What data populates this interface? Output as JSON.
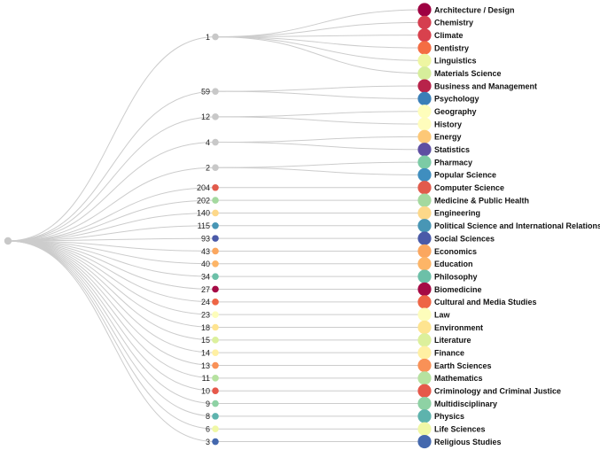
{
  "groups": [
    {
      "count": "1",
      "color": "#c8c8c8",
      "items": [
        {
          "label": "Architecture / Design",
          "color": "#9e0142"
        },
        {
          "label": "Chemistry",
          "color": "#d53e4f"
        },
        {
          "label": "Climate",
          "color": "#d8414d"
        },
        {
          "label": "Dentistry",
          "color": "#f46d43"
        },
        {
          "label": "Linguistics",
          "color": "#eef6a2"
        },
        {
          "label": "Materials Science",
          "color": "#d6ee9b"
        }
      ]
    },
    {
      "count": "59",
      "color": "#c8c8c8",
      "items": [
        {
          "label": "Business and Management",
          "color": "#b8234a"
        },
        {
          "label": "Psychology",
          "color": "#3a7fb8"
        }
      ]
    },
    {
      "count": "12",
      "color": "#c8c8c8",
      "items": [
        {
          "label": "Geography",
          "color": "#fefebb"
        },
        {
          "label": "History",
          "color": "#fffdbc"
        }
      ]
    },
    {
      "count": "4",
      "color": "#c8c8c8",
      "items": [
        {
          "label": "Energy",
          "color": "#fdc877"
        },
        {
          "label": "Statistics",
          "color": "#5e4fa2"
        }
      ]
    },
    {
      "count": "2",
      "color": "#c8c8c8",
      "items": [
        {
          "label": "Pharmacy",
          "color": "#7ccba5"
        },
        {
          "label": "Popular Science",
          "color": "#3f8ebf"
        }
      ]
    },
    {
      "count": "204",
      "color": "#e25b4c",
      "items": [
        {
          "label": "Computer Science",
          "color": "#e25b4c"
        }
      ]
    },
    {
      "count": "202",
      "color": "#a4d99f",
      "items": [
        {
          "label": "Medicine & Public Health",
          "color": "#a4d99f"
        }
      ]
    },
    {
      "count": "140",
      "color": "#fdd889",
      "items": [
        {
          "label": "Engineering",
          "color": "#fdd889"
        }
      ]
    },
    {
      "count": "115",
      "color": "#4896b5",
      "items": [
        {
          "label": "Political Science and International Relations",
          "color": "#4896b5"
        }
      ]
    },
    {
      "count": "93",
      "color": "#4a5aa8",
      "items": [
        {
          "label": "Social Sciences",
          "color": "#4a5aa8"
        }
      ]
    },
    {
      "count": "43",
      "color": "#fba75f",
      "items": [
        {
          "label": "Economics",
          "color": "#fba75f"
        }
      ]
    },
    {
      "count": "40",
      "color": "#fdb567",
      "items": [
        {
          "label": "Education",
          "color": "#fdb567"
        }
      ]
    },
    {
      "count": "34",
      "color": "#6cc0a8",
      "items": [
        {
          "label": "Philosophy",
          "color": "#6cc0a8"
        }
      ]
    },
    {
      "count": "27",
      "color": "#a50a45",
      "items": [
        {
          "label": "Biomedicine",
          "color": "#a50a45"
        }
      ]
    },
    {
      "count": "24",
      "color": "#ee6545",
      "items": [
        {
          "label": "Cultural and Media Studies",
          "color": "#ee6545"
        }
      ]
    },
    {
      "count": "23",
      "color": "#fdfdbb",
      "items": [
        {
          "label": "Law",
          "color": "#fdfdbb"
        }
      ]
    },
    {
      "count": "18",
      "color": "#fee490",
      "items": [
        {
          "label": "Environment",
          "color": "#fee490"
        }
      ]
    },
    {
      "count": "15",
      "color": "#dcf09c",
      "items": [
        {
          "label": "Literature",
          "color": "#dcf09c"
        }
      ]
    },
    {
      "count": "14",
      "color": "#fff0a3",
      "items": [
        {
          "label": "Finance",
          "color": "#fff0a3"
        }
      ]
    },
    {
      "count": "13",
      "color": "#f99157",
      "items": [
        {
          "label": "Earth Sciences",
          "color": "#f99157"
        }
      ]
    },
    {
      "count": "11",
      "color": "#b6e2a0",
      "items": [
        {
          "label": "Mathematics",
          "color": "#b6e2a0"
        }
      ]
    },
    {
      "count": "10",
      "color": "#e6584a",
      "items": [
        {
          "label": "Criminology and Criminal Justice",
          "color": "#e6584a"
        }
      ]
    },
    {
      "count": "9",
      "color": "#8ed2a4",
      "items": [
        {
          "label": "Multidisciplinary",
          "color": "#8ed2a4"
        }
      ]
    },
    {
      "count": "8",
      "color": "#5db3ad",
      "items": [
        {
          "label": "Physics",
          "color": "#5db3ad"
        }
      ]
    },
    {
      "count": "6",
      "color": "#f0f8a6",
      "items": [
        {
          "label": "Life Sciences",
          "color": "#f0f8a6"
        }
      ]
    },
    {
      "count": "3",
      "color": "#4468ae",
      "items": [
        {
          "label": "Religious Studies",
          "color": "#4468ae"
        }
      ]
    }
  ]
}
